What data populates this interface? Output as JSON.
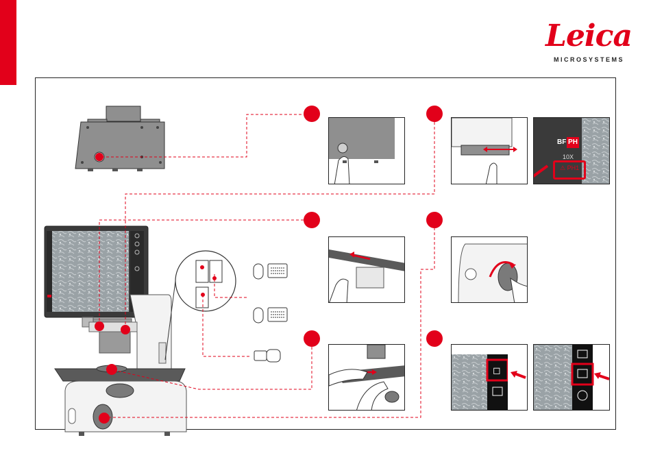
{
  "brand": {
    "wordmark": "Leica",
    "tagline": "MICROSYSTEMS",
    "color": "#e2001a"
  },
  "camera_panel": {
    "modes": [
      "BF",
      "PH"
    ],
    "active_mode": "PH",
    "objective": "10X",
    "warning_label": "PH1"
  },
  "icons": [
    "mouse-icon",
    "keyboard-icon",
    "usb-stick-icon",
    "camera-icon",
    "image-icon",
    "percent-icon",
    "warning-icon"
  ],
  "colors": {
    "accent": "#e2001a",
    "dark": "#3a3a3a",
    "instrument": "#8f8f8f"
  }
}
